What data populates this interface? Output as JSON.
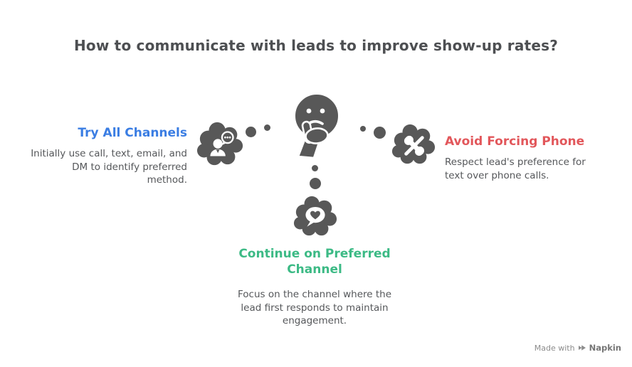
{
  "title": "How to communicate with leads to improve show-up rates?",
  "center": {
    "icon": "thinking-face-emoji"
  },
  "nodes": [
    {
      "id": "try-all-channels",
      "heading": "Try All Channels",
      "heading_color": "#3A7DE3",
      "body": "Initially use call, text, email, and\nDM to identify preferred\nmethod.",
      "icon": "support-agent-chat-icon"
    },
    {
      "id": "avoid-forcing-phone",
      "heading": "Avoid Forcing Phone",
      "heading_color": "#E2575B",
      "body": "Respect lead's preference for\ntext over phone calls.",
      "icon": "phone-slash-icon"
    },
    {
      "id": "continue-on-preferred-channel",
      "heading": "Continue on Preferred\nChannel",
      "heading_color": "#3CBA85",
      "body": "Focus on the channel where the\nlead first responds to maintain\nengagement.",
      "icon": "heart-speech-bubble-icon"
    }
  ],
  "watermark": {
    "prefix": "Made with",
    "brand": "Napkin"
  },
  "colors": {
    "icon_gray": "#585858",
    "title_text": "#4D4F52",
    "body_text": "#55575A",
    "watermark_text": "#8C8C8C",
    "background": "#FFFFFF"
  }
}
